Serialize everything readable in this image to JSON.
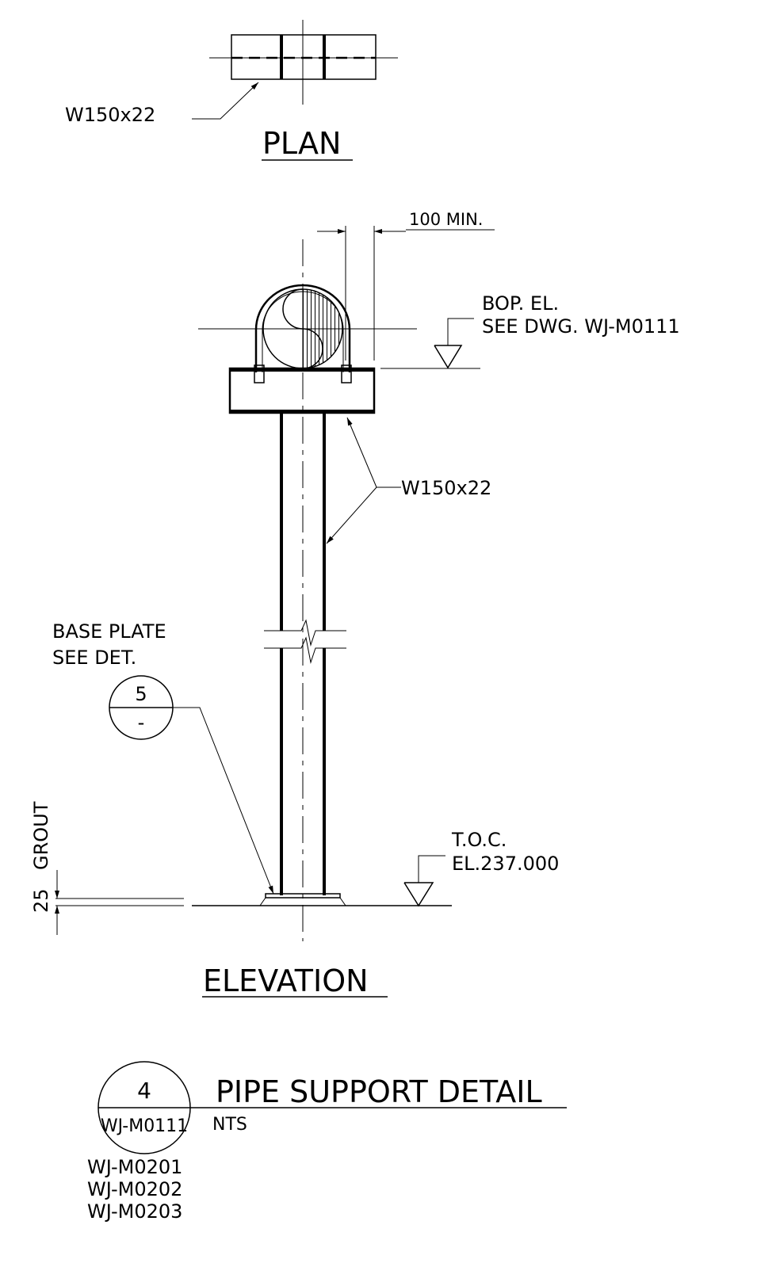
{
  "plan": {
    "member_label": "W150x22",
    "title": "PLAN"
  },
  "elevation": {
    "dim_label": "100 MIN.",
    "bop_line1": "BOP. EL.",
    "bop_line2": "SEE DWG. WJ-M0111",
    "member_label": "W150x22",
    "base_plate_line1": "BASE PLATE",
    "base_plate_line2": "SEE DET.",
    "detail_ref_number": "5",
    "detail_ref_sheet": "-",
    "grout_label": "GROUT",
    "grout_dim": "25",
    "toc_line1": "T.O.C.",
    "toc_line2": "EL.237.000",
    "title": "ELEVATION"
  },
  "detail": {
    "number": "4",
    "sheet": "WJ-M0111",
    "title": "PIPE SUPPORT DETAIL",
    "scale": "NTS",
    "references": [
      "WJ-M0201",
      "WJ-M0202",
      "WJ-M0203"
    ]
  }
}
